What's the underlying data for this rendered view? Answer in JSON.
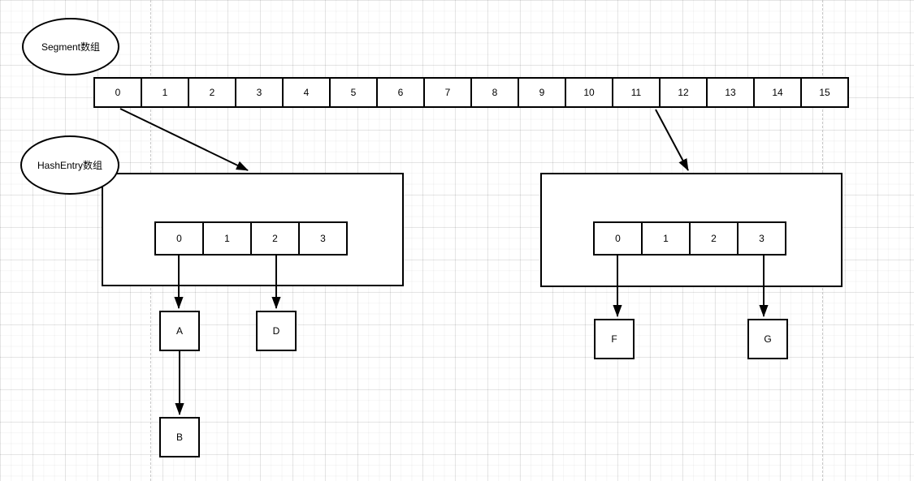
{
  "diagram": {
    "segment_label": "Segment数组",
    "hashentry_label": "HashEntry数组",
    "segment_cells": [
      "0",
      "1",
      "2",
      "3",
      "4",
      "5",
      "6",
      "7",
      "8",
      "9",
      "10",
      "11",
      "12",
      "13",
      "14",
      "15"
    ],
    "left_bucket_cells": [
      "0",
      "1",
      "2",
      "3"
    ],
    "right_bucket_cells": [
      "0",
      "1",
      "2",
      "3"
    ],
    "nodes": {
      "A": "A",
      "B": "B",
      "D": "D",
      "F": "F",
      "G": "G"
    },
    "colors": {
      "stroke": "#000000",
      "fill": "#ffffff",
      "grid_minor": "#f6f6f6",
      "grid_major": "#ececec",
      "page_guide": "#c8c8c8"
    }
  }
}
